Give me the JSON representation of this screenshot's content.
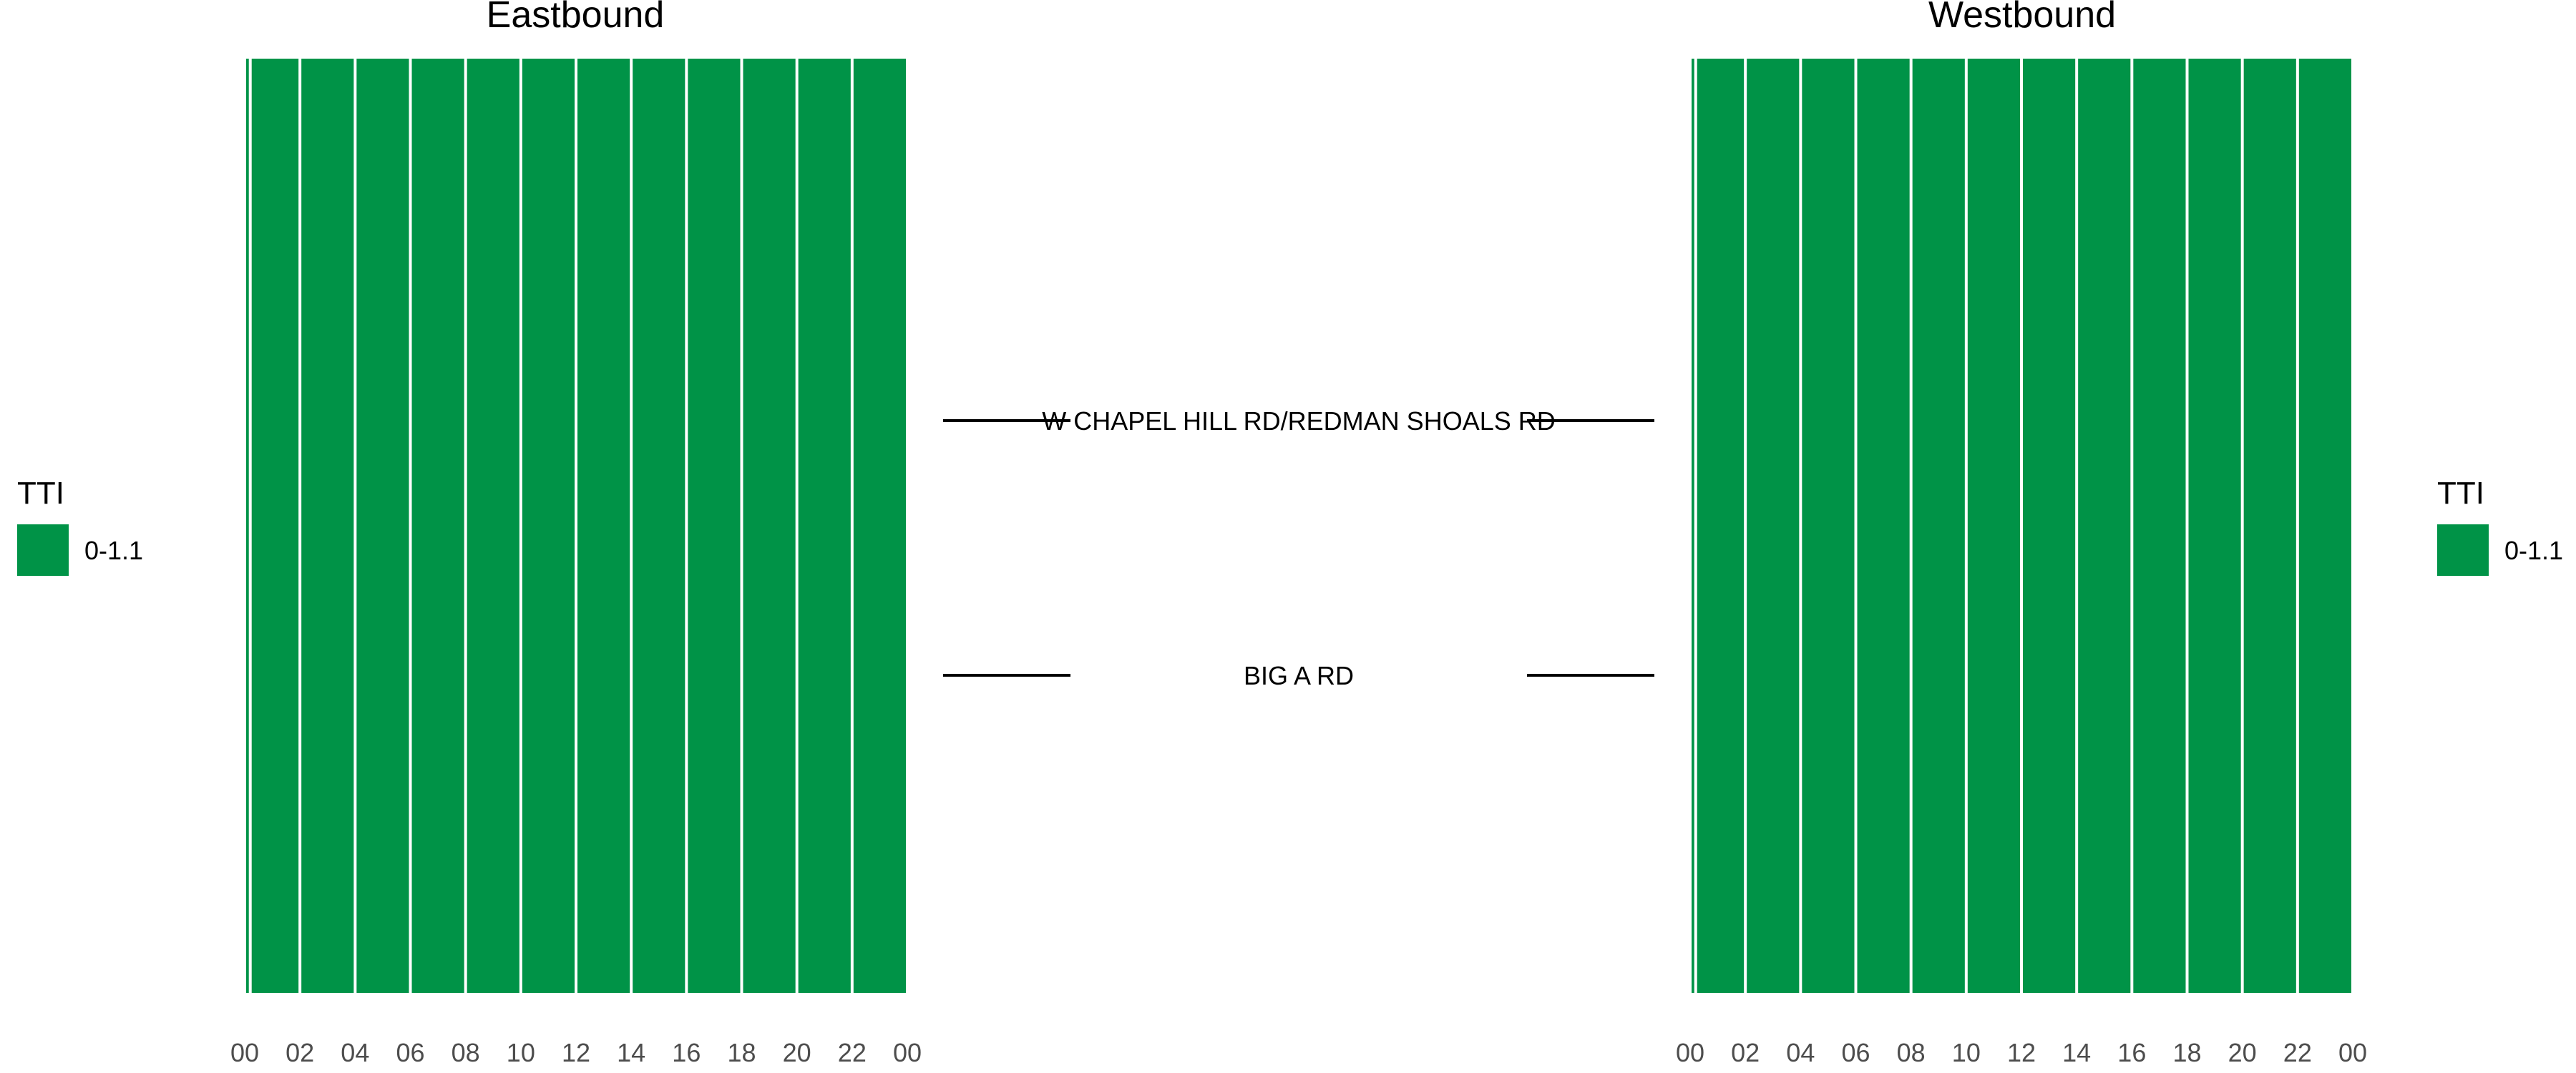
{
  "chart_data": {
    "type": "heatmap",
    "panels": [
      {
        "title": "Eastbound",
        "x_ticks": [
          "00",
          "02",
          "04",
          "06",
          "08",
          "10",
          "12",
          "14",
          "16",
          "18",
          "20",
          "22",
          "00"
        ],
        "xlim": [
          0,
          24
        ],
        "cell_starts": [
          0,
          0.2,
          2,
          4,
          6,
          8,
          10,
          12,
          14,
          16,
          18,
          20,
          22,
          24
        ],
        "category": "0-1.1"
      },
      {
        "title": "Westbound",
        "x_ticks": [
          "00",
          "02",
          "04",
          "06",
          "08",
          "10",
          "12",
          "14",
          "16",
          "18",
          "20",
          "22",
          "00"
        ],
        "xlim": [
          0,
          24
        ],
        "cell_starts": [
          0,
          0.2,
          2,
          4,
          6,
          8,
          10,
          12,
          14,
          16,
          18,
          20,
          22,
          24
        ],
        "category": "0-1.1"
      }
    ],
    "road_labels": [
      "W CHAPEL HILL RD/REDMAN SHOALS RD",
      "BIG A RD"
    ],
    "legend": {
      "title": "TTI",
      "items": [
        {
          "label": "0-1.1",
          "color": "#009347"
        }
      ]
    },
    "grid": false
  }
}
